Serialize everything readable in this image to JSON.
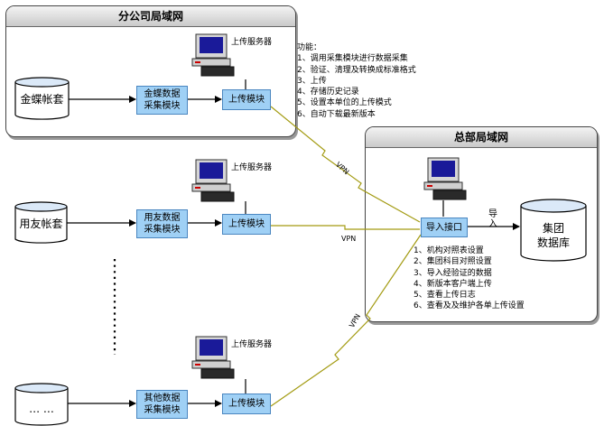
{
  "branch_lan": {
    "title": "分公司局域网"
  },
  "hq_lan": {
    "title": "总部局域网"
  },
  "branches": [
    {
      "db_label": "金蝶帐套",
      "collect_label": "金蝶数据\n采集模块",
      "upload_label": "上传模块",
      "server_label": "上传服务器"
    },
    {
      "db_label": "用友帐套",
      "collect_label": "用友数据\n采集模块",
      "upload_label": "上传模块",
      "server_label": "上传服务器"
    },
    {
      "db_label": "… …",
      "collect_label": "其他数据\n采集模块",
      "upload_label": "上传模块",
      "server_label": "上传服务器"
    }
  ],
  "functions": {
    "heading": "功能：",
    "items": [
      "1、调用采集模块进行数据采集",
      "2、验证、清理及转换成标准格式",
      "3、上传",
      "4、存储历史记录",
      "5、设置本单位的上传模式",
      "6、自动下载最新版本"
    ]
  },
  "vpn_label": "VPN",
  "hq": {
    "import_label": "导入接口",
    "import_arrow_label": "导入",
    "db_label": "集团\n数据库",
    "features": [
      "1、机构对照表设置",
      "2、集团科目对照设置",
      "3、导入经验证的数据",
      "4、新版本客户端上传",
      "5、查看上传日志",
      "6、查看及及维护各单上传设置"
    ]
  }
}
